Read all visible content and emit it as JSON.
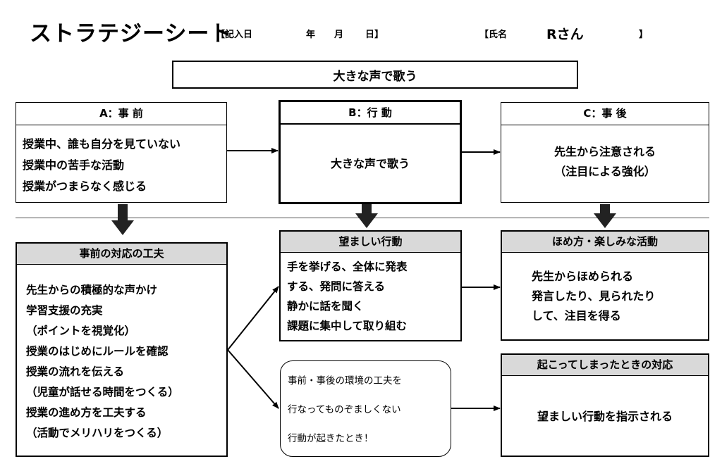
{
  "header": {
    "title": "ストラテジーシート",
    "date_open": "【記入日",
    "year": "年",
    "month": "月",
    "day_close": "日】",
    "name_open": "【氏名",
    "name": "Rさん",
    "name_close": "】"
  },
  "target_behavior": "大きな声で歌う",
  "a": {
    "label": "A：事 前",
    "lines": [
      "授業中、誰も自分を見ていない",
      "授業中の苦手な活動",
      "授業がつまらなく感じる"
    ]
  },
  "b": {
    "label": "B：行 動",
    "text": "大きな声で歌う"
  },
  "c": {
    "label": "C：事 後",
    "lines": [
      "先生から注意される",
      "（注目による強化）"
    ]
  },
  "prevention": {
    "label": "事前の対応の工夫",
    "lines": [
      "先生からの積極的な声かけ",
      "学習支援の充実",
      "（ポイントを視覚化）",
      "授業のはじめにルールを確認",
      "授業の流れを伝える",
      "（児童が話せる時間をつくる）",
      "授業の進め方を工夫する",
      "（活動でメリハリをつくる）"
    ]
  },
  "desired": {
    "label": "望ましい行動",
    "lines": [
      "手を挙げる、全体に発表",
      "する、発問に答える",
      "静かに話を聞く",
      "課題に集中して取り組む"
    ]
  },
  "praise": {
    "label": "ほめ方・楽しみな活動",
    "lines": [
      "先生からほめられる",
      "発言したり、見られたり",
      "して、注目を得る"
    ]
  },
  "condition": {
    "lines": [
      "事前・事後の環境の工夫を",
      "行なってものぞましくない",
      "行動が起きたとき！"
    ]
  },
  "response": {
    "label": "起こってしまったときの対応",
    "text": "望ましい行動を指示される"
  },
  "colors": {
    "header_gray": "#d9d9d9",
    "line": "#000000"
  }
}
